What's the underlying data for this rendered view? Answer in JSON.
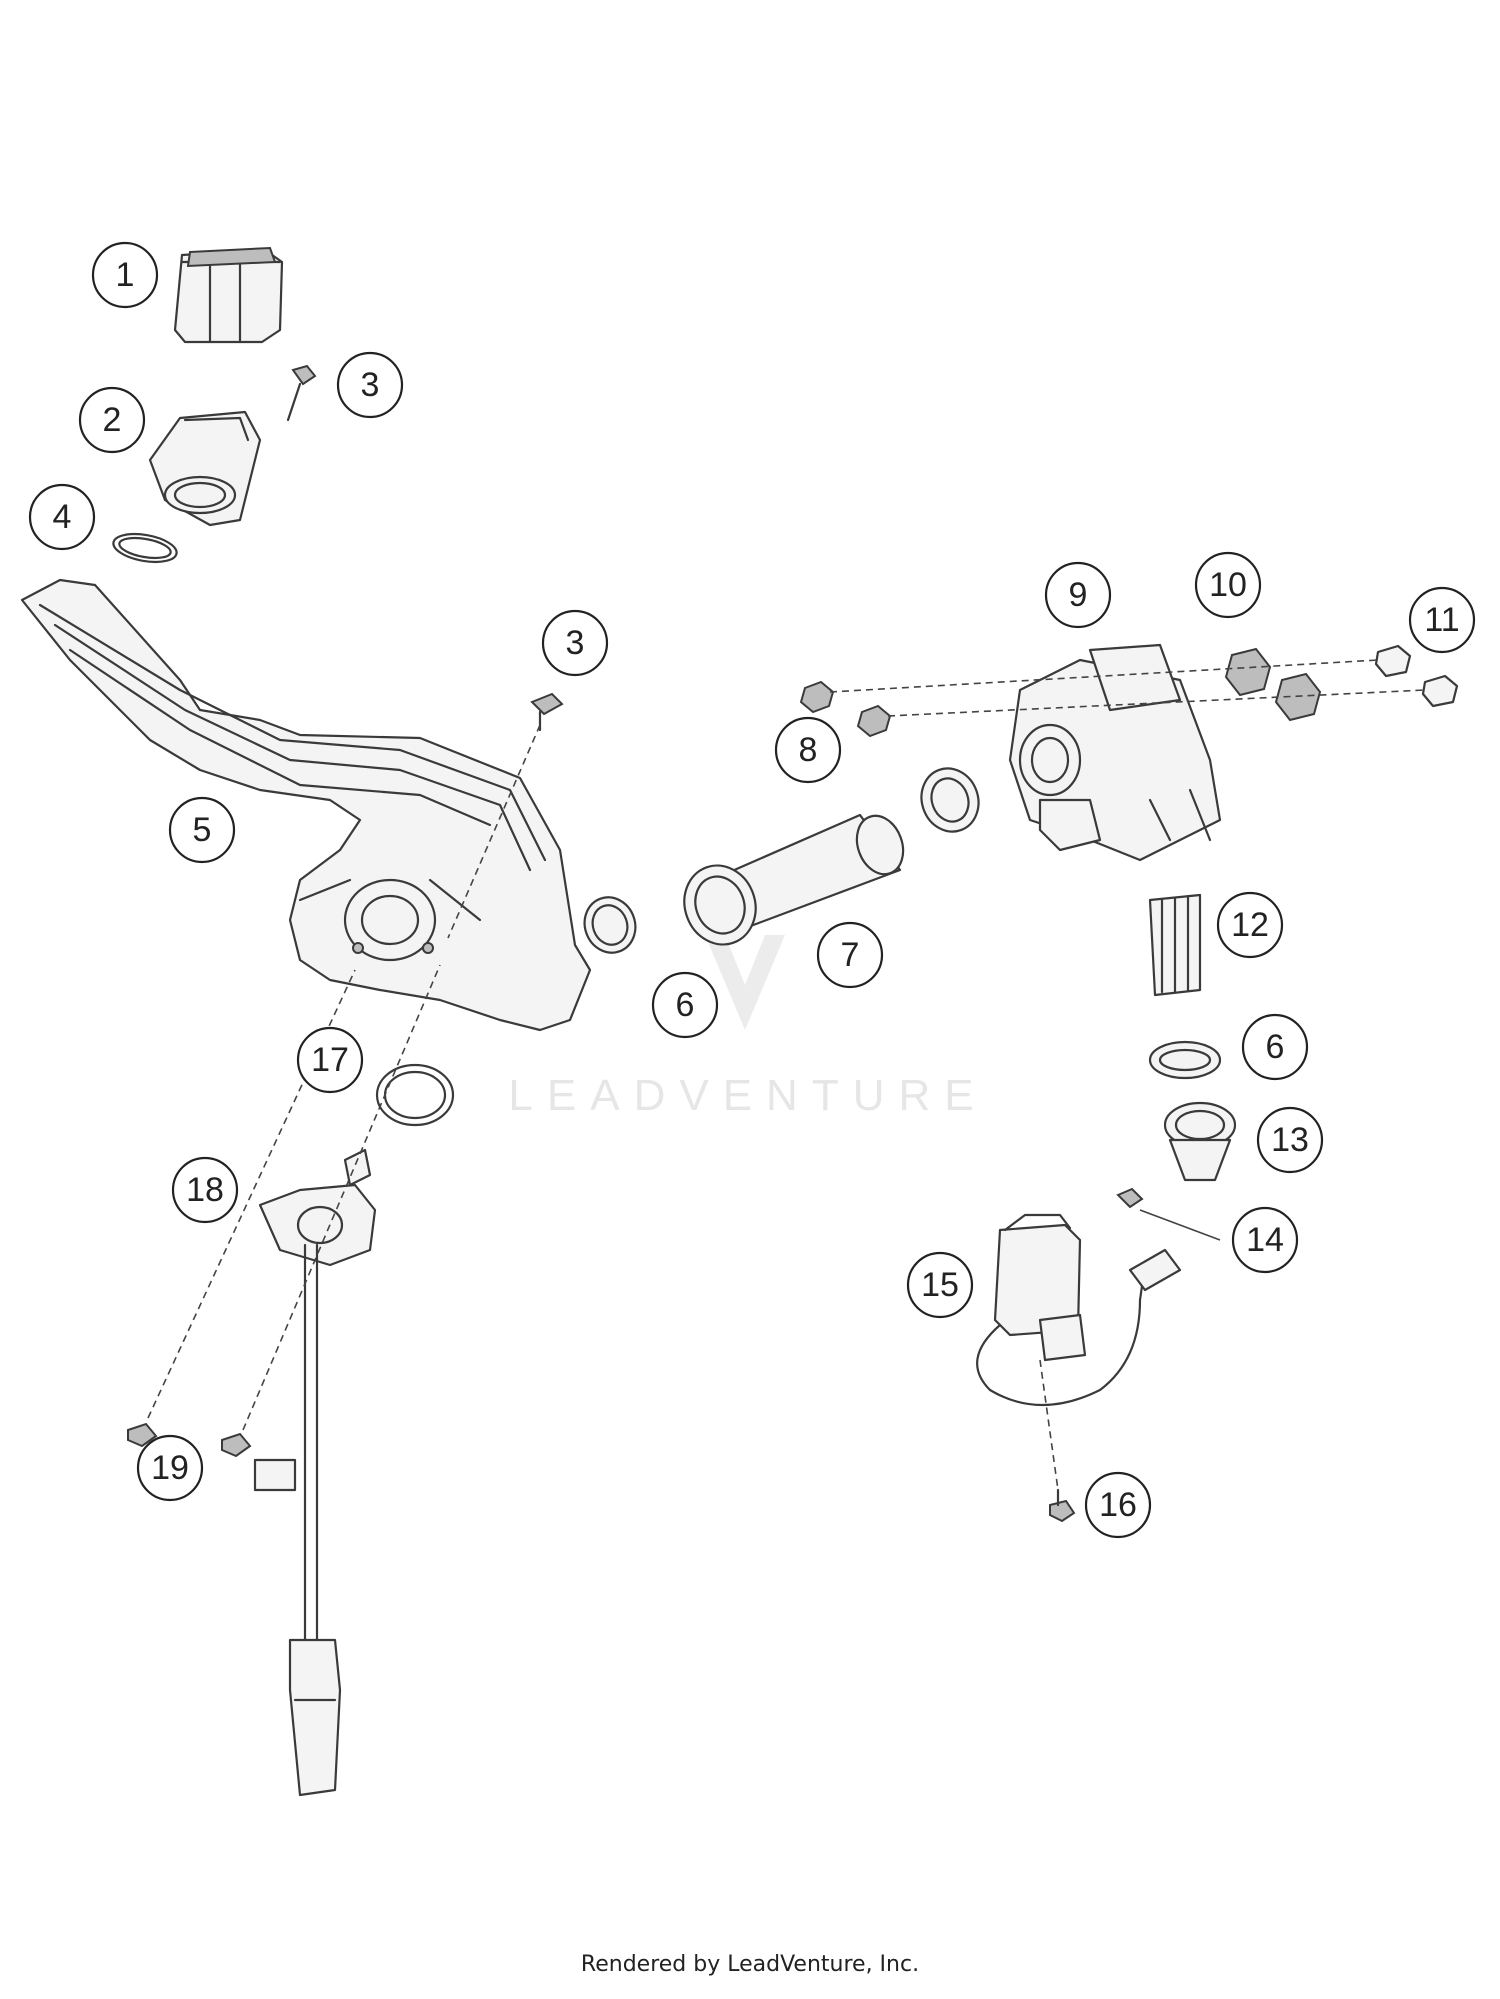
{
  "watermark": "LEADVENTURE",
  "footer": "Rendered by LeadVenture, Inc.",
  "callouts": [
    "1",
    "2",
    "3",
    "4",
    "5",
    "3",
    "6",
    "7",
    "8",
    "9",
    "10",
    "11",
    "12",
    "6",
    "13",
    "14",
    "15",
    "16",
    "17",
    "18",
    "19"
  ]
}
